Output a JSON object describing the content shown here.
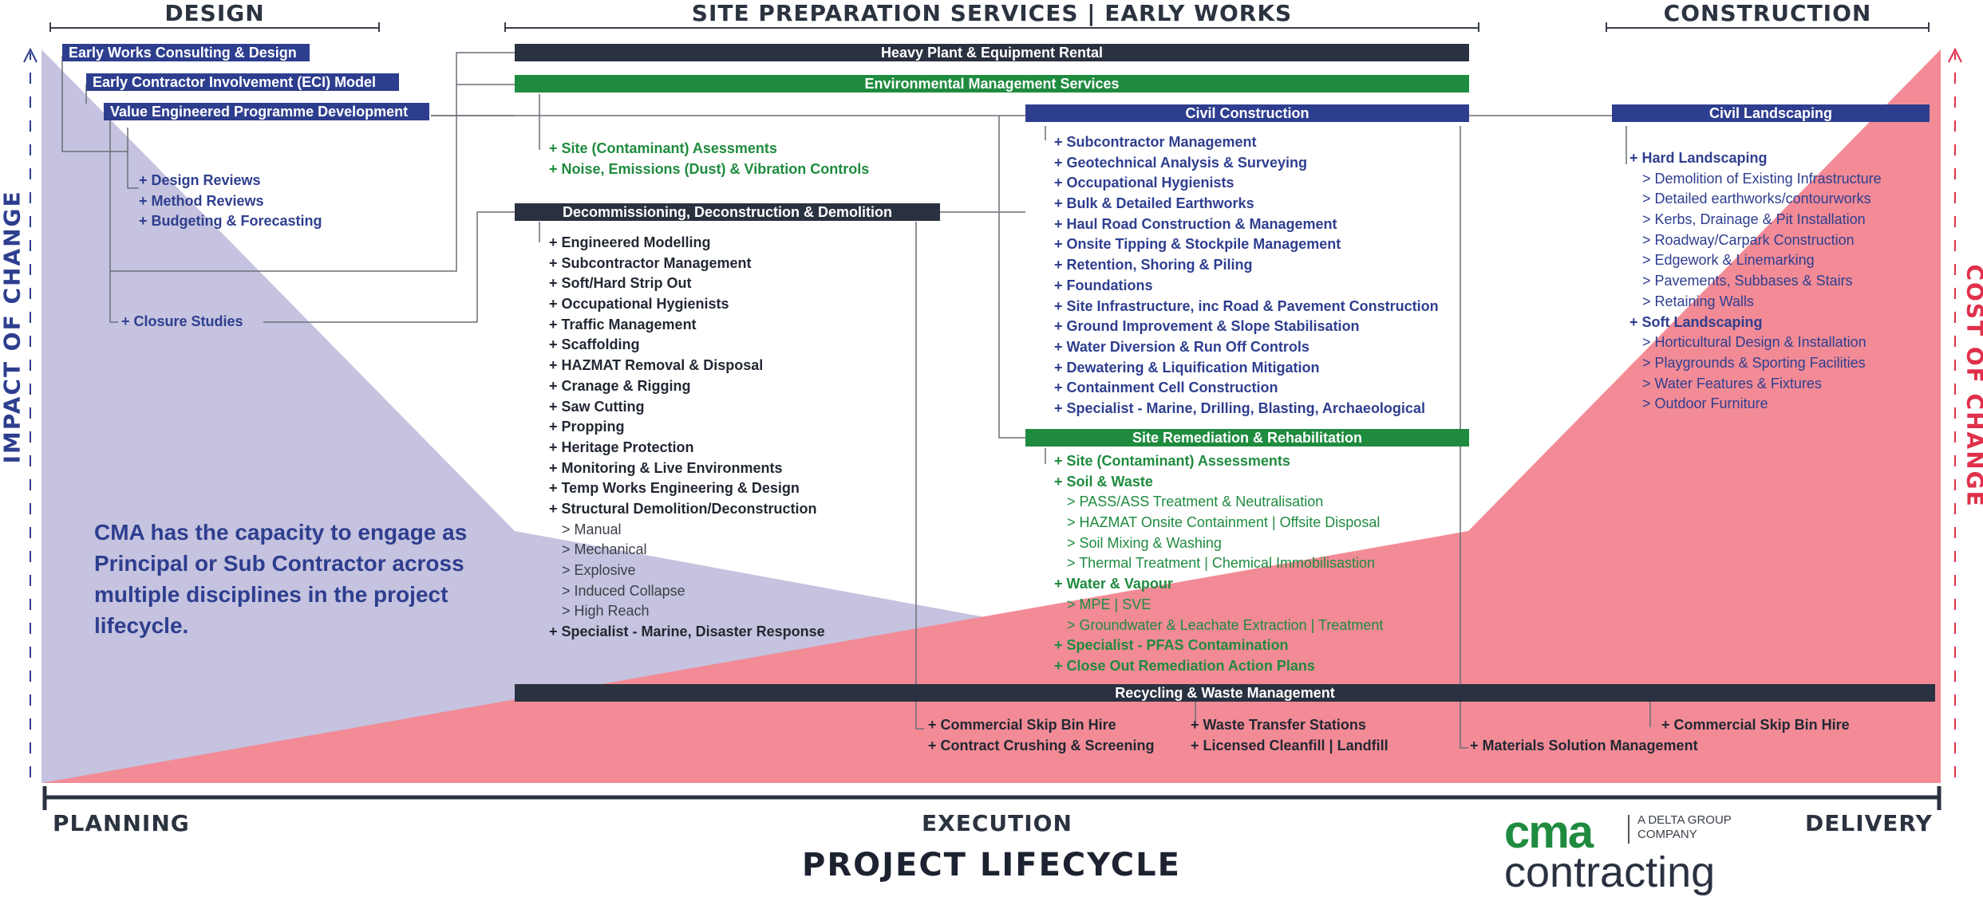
{
  "headers": {
    "design": "DESIGN",
    "site_prep": "SITE PREPARATION SERVICES | EARLY WORKS",
    "construction": "CONSTRUCTION"
  },
  "design": {
    "bar1": "Early Works Consulting & Design",
    "bar2": "Early Contractor Involvement (ECI) Model",
    "bar3": "Value Engineered Programme Development",
    "items": [
      "+ Design Reviews",
      "+ Method Reviews",
      "+ Budgeting & Forecasting"
    ],
    "closure": "+ Closure Studies"
  },
  "bars": {
    "heavy_plant": "Heavy Plant & Equipment Rental",
    "environmental": "Environmental Management Services",
    "civil_construction": "Civil Construction",
    "civil_landscaping": "Civil Landscaping",
    "decommissioning": "Decommissioning, Deconstruction & Demolition",
    "site_remediation": "Site Remediation & Rehabilitation",
    "recycling": "Recycling & Waste Management"
  },
  "environmental_items": [
    "+ Site (Contaminant) Asessments",
    "+ Noise, Emissions (Dust) & Vibration Controls"
  ],
  "decommissioning_items": [
    {
      "t": "+ Engineered Modelling",
      "s": "main"
    },
    {
      "t": "+ Subcontractor Management",
      "s": "main"
    },
    {
      "t": "+ Soft/Hard Strip Out",
      "s": "main"
    },
    {
      "t": "+ Occupational Hygienists",
      "s": "main"
    },
    {
      "t": "+ Traffic Management",
      "s": "main"
    },
    {
      "t": "+ Scaffolding",
      "s": "main"
    },
    {
      "t": "+ HAZMAT Removal & Disposal",
      "s": "main"
    },
    {
      "t": "+ Cranage & Rigging",
      "s": "main"
    },
    {
      "t": "+ Saw Cutting",
      "s": "main"
    },
    {
      "t": "+ Propping",
      "s": "main"
    },
    {
      "t": "+ Heritage Protection",
      "s": "main"
    },
    {
      "t": "+ Monitoring & Live Environments",
      "s": "main"
    },
    {
      "t": "+ Temp Works Engineering & Design",
      "s": "main"
    },
    {
      "t": "+ Structural Demolition/Deconstruction",
      "s": "main"
    },
    {
      "t": "> Manual",
      "s": "sub"
    },
    {
      "t": "> Mechanical",
      "s": "sub"
    },
    {
      "t": "> Explosive",
      "s": "sub"
    },
    {
      "t": "> Induced Collapse",
      "s": "sub"
    },
    {
      "t": "> High Reach",
      "s": "sub"
    },
    {
      "t": "+ Specialist - Marine, Disaster Response",
      "s": "main"
    }
  ],
  "civil_items": [
    "+ Subcontractor Management",
    "+ Geotechnical Analysis & Surveying",
    "+ Occupational Hygienists",
    "+ Bulk & Detailed Earthworks",
    "+ Haul Road Construction & Management",
    "+ Onsite Tipping & Stockpile Management",
    "+ Retention, Shoring & Piling",
    "+ Foundations",
    "+ Site Infrastructure, inc Road & Pavement Construction",
    "+ Ground Improvement & Slope Stabilisation",
    "+ Water Diversion & Run Off Controls",
    "+ Dewatering & Liquification Mitigation",
    "+ Containment Cell Construction",
    "+ Specialist - Marine, Drilling, Blasting, Archaeological"
  ],
  "remediation_items": [
    {
      "t": "+ Site (Contaminant) Assessments",
      "s": "main"
    },
    {
      "t": "+ Soil & Waste",
      "s": "main"
    },
    {
      "t": "> PASS/ASS Treatment & Neutralisation",
      "s": "sub"
    },
    {
      "t": "> HAZMAT Onsite Containment | Offsite Disposal",
      "s": "sub"
    },
    {
      "t": "> Soil Mixing & Washing",
      "s": "sub"
    },
    {
      "t": "> Thermal Treatment | Chemical Immobilisastion",
      "s": "sub"
    },
    {
      "t": "+ Water & Vapour",
      "s": "main"
    },
    {
      "t": "> MPE | SVE",
      "s": "sub"
    },
    {
      "t": "> Groundwater & Leachate Extraction | Treatment",
      "s": "sub"
    },
    {
      "t": "+ Specialist - PFAS Contamination",
      "s": "main"
    },
    {
      "t": "+ Close Out Remediation Action Plans",
      "s": "main"
    }
  ],
  "landscaping_items": [
    {
      "t": "+ Hard Landscaping",
      "s": "main"
    },
    {
      "t": "> Demolition of Existing Infrastructure",
      "s": "sub"
    },
    {
      "t": "> Detailed earthworks/contourworks",
      "s": "sub"
    },
    {
      "t": "> Kerbs, Drainage & Pit Installation",
      "s": "sub"
    },
    {
      "t": "> Roadway/Carpark Construction",
      "s": "sub"
    },
    {
      "t": "> Edgework & Linemarking",
      "s": "sub"
    },
    {
      "t": "> Pavements, Subbases & Stairs",
      "s": "sub"
    },
    {
      "t": "> Retaining Walls",
      "s": "sub"
    },
    {
      "t": "+ Soft Landscaping",
      "s": "main"
    },
    {
      "t": "> Horticultural Design & Installation",
      "s": "sub"
    },
    {
      "t": "> Playgrounds & Sporting Facilities",
      "s": "sub"
    },
    {
      "t": "> Water Features & Fixtures",
      "s": "sub"
    },
    {
      "t": "> Outdoor Furniture",
      "s": "sub"
    }
  ],
  "recycling_items": {
    "col1": [
      "+ Commercial Skip Bin Hire",
      "+ Contract Crushing & Screening"
    ],
    "col2": [
      "+ Waste Transfer Stations",
      "+ Licensed Cleanfill | Landfill"
    ],
    "col3": "+ Materials Solution Management",
    "col4": "+ Commercial Skip Bin Hire"
  },
  "capacity_text": "CMA has the capacity to engage as Principal or Sub Contractor across multiple disciplines in the project lifecycle.",
  "axis": {
    "left": "IMPACT OF CHANGE",
    "right": "COST OF CHANGE",
    "planning": "PLANNING",
    "execution": "EXECUTION",
    "delivery": "DELIVERY",
    "lifecycle": "PROJECT LIFECYCLE"
  },
  "logo": {
    "cma": "cma",
    "delta": "A DELTA GROUP\nCOMPANY",
    "contracting": "contracting"
  },
  "colors": {
    "navy": "#2e3e8f",
    "green": "#1f8b3f",
    "dark": "#2a3140",
    "impact_fill": "#c5c3df",
    "cost_fill": "#f28b96",
    "cost_text": "#e0304a"
  }
}
